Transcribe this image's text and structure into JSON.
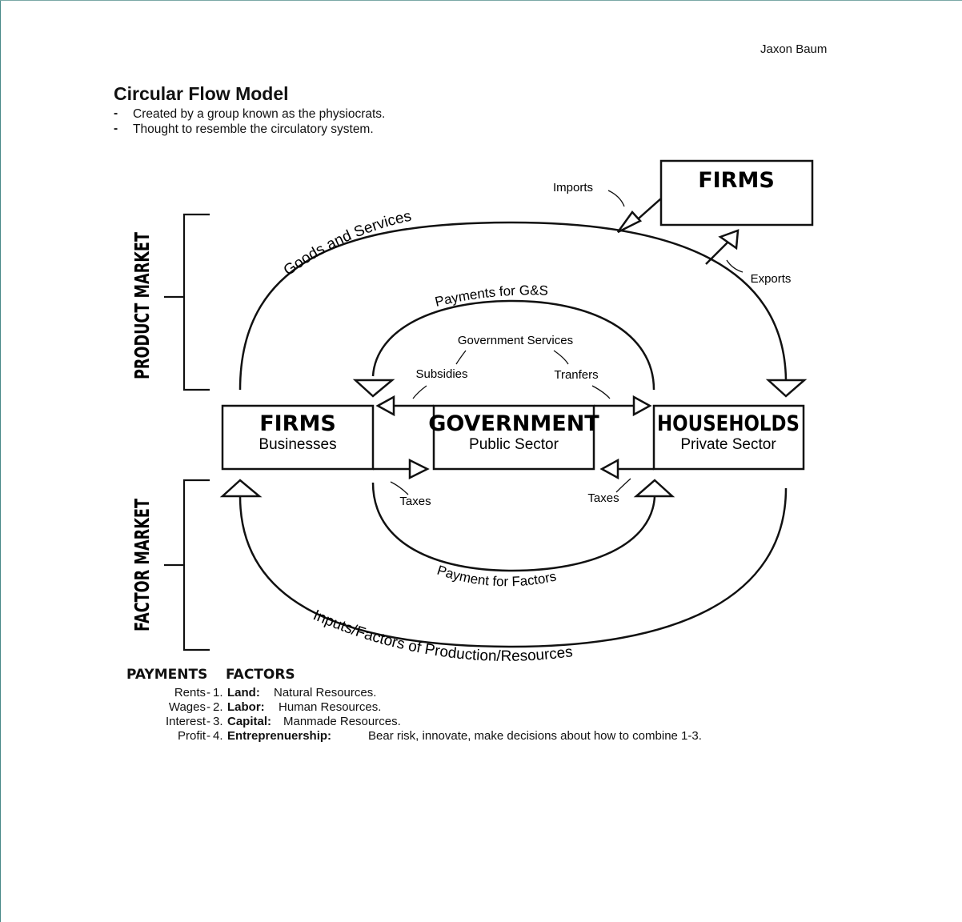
{
  "document": {
    "author": "Jaxon Baum",
    "title": "Circular Flow Model",
    "bullets": [
      "Created by a group known as the physiocrats.",
      "Thought to resemble the circulatory system."
    ]
  },
  "diagram": {
    "boxes": {
      "firms_foreign": {
        "title": "FIRMS"
      },
      "firms": {
        "title": "FIRMS",
        "subtitle": "Businesses"
      },
      "government": {
        "title": "GOVERNMENT",
        "subtitle": "Public Sector"
      },
      "households": {
        "title": "HOUSEHOLDS",
        "subtitle": "Private Sector"
      }
    },
    "flows": {
      "goods_services": "Goods and Services",
      "payments_gs": "Payments for G&S",
      "government_services": "Government Services",
      "subsidies": "Subsidies",
      "transfers": "Tranfers",
      "taxes_left": "Taxes",
      "taxes_right": "Taxes",
      "payment_factors": "Payment for Factors",
      "inputs_factors": "Inputs/Factors of Production/Resources",
      "imports": "Imports",
      "exports": "Exports"
    },
    "markets": {
      "product": "PRODUCT MARKET",
      "factor": "FACTOR MARKET"
    }
  },
  "legend": {
    "payments_header": "PAYMENTS",
    "factors_header": "FACTORS",
    "rows": [
      {
        "payment": "Rents",
        "number": "1.",
        "factor": "Land:",
        "description": "Natural Resources."
      },
      {
        "payment": "Wages",
        "number": "2.",
        "factor": "Labor:",
        "description": "Human Resources."
      },
      {
        "payment": "Interest",
        "number": "3.",
        "factor": "Capital:",
        "description": "Manmade Resources."
      },
      {
        "payment": "Profit",
        "number": "4.",
        "factor": "Entreprenuership:",
        "description": "Bear risk, innovate, make decisions about how to combine 1-3."
      }
    ]
  }
}
